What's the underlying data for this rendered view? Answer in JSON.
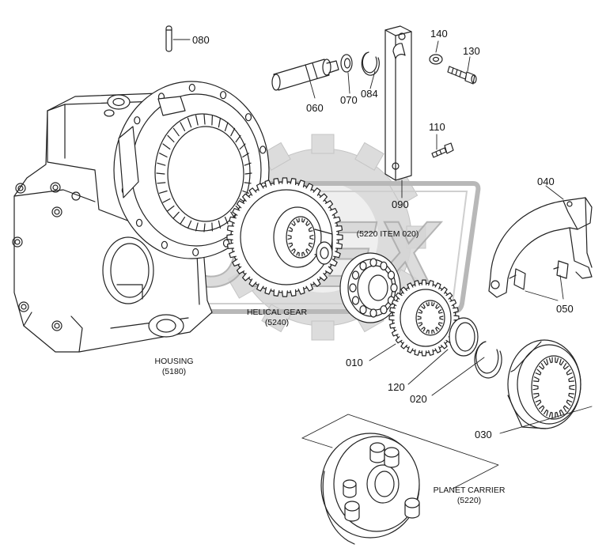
{
  "colors": {
    "line": "#222222",
    "watermark_fill": "#d9d9d9",
    "watermark_stroke": "#bdbdbd",
    "background": "#ffffff"
  },
  "watermark": {
    "text": "OPEX"
  },
  "callouts": {
    "p080": "080",
    "p060": "060",
    "p070": "070",
    "p084": "084",
    "p090": "090",
    "p140": "140",
    "p130": "130",
    "p110": "110",
    "p040": "040",
    "p050": "050",
    "p010": "010",
    "p120": "120",
    "p020": "020",
    "p030": "030"
  },
  "captions": {
    "housing": {
      "name": "HOUSING",
      "code": "(5180)"
    },
    "helical_gear": {
      "name": "HELICAL GEAR",
      "code": "(5240)"
    },
    "item_ref": "(5220 ITEM 020)",
    "planet_carrier": {
      "name": "PLANET CARRIER",
      "code": "(5220)"
    }
  }
}
